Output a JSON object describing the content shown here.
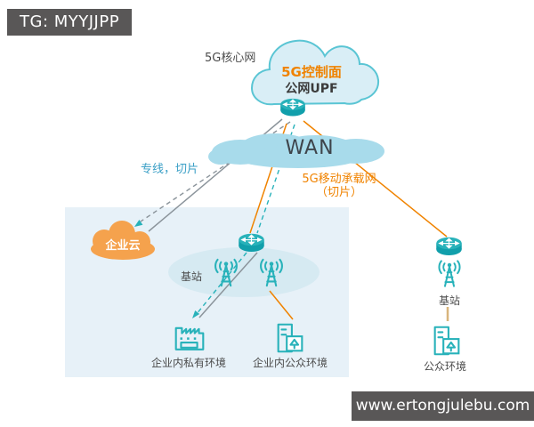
{
  "badge": {
    "text": "TG: MYYJJPP"
  },
  "watermark": {
    "text": "www.ertongjulebu.com"
  },
  "core": {
    "label": "5G核心网",
    "control_plane": "5G控制面",
    "upf": "公网UPF"
  },
  "wan": {
    "label": "WAN"
  },
  "links": {
    "dedicated": "专线，切片",
    "bearer_line1": "5G移动承载网",
    "bearer_line2": "（切片）"
  },
  "enterprise": {
    "cloud": "企业云",
    "base_station": "基站",
    "private_env": "企业内私有环境",
    "public_env": "企业内公众环境"
  },
  "public_site": {
    "base_station": "基站",
    "env": "公众环境"
  },
  "icons": {
    "router": "router-icon",
    "base_station": "antenna-icon",
    "factory": "factory-icon",
    "building": "building-arrow-icon",
    "cloud": "cloud-icon"
  },
  "colors": {
    "teal": "#28b2ba",
    "teal-dark": "#119fab",
    "orange": "#f08300",
    "orange-cloud": "#f5a24d",
    "darkgray": "#595757",
    "text-dark": "#4b4b4b",
    "blue-label": "#3a9fc6",
    "zone-bg": "#e7f1f8",
    "zone-ellipse": "#d6eaf2",
    "cloud-fill": "#d9eef6",
    "cloud-stroke": "#5ac5d4",
    "wan-fill": "#a8dbeb",
    "gray-line": "#8b949b",
    "tan-line": "#d8b57c"
  }
}
